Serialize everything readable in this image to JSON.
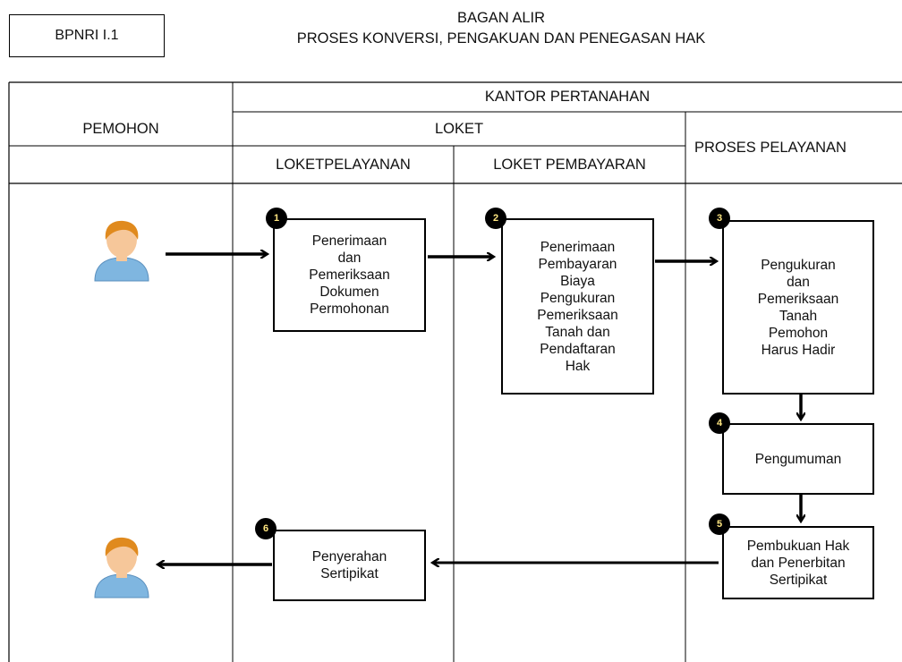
{
  "doc_code": "BPNRI I.1",
  "title_line1": "BAGAN ALIR",
  "title_line2": "PROSES KONVERSI, PENGAKUAN DAN PENEGASAN HAK",
  "headers": {
    "office": "KANTOR PERTANAHAN",
    "applicant": "PEMOHON",
    "counter": "LOKET",
    "service_process": "PROSES PELAYANAN",
    "service_counter": "LOKETPELAYANAN",
    "payment_counter": "LOKET PEMBAYARAN"
  },
  "steps": [
    {
      "num": "1",
      "text": "Penerimaan\ndan\nPemeriksaan\nDokumen\nPermohonan"
    },
    {
      "num": "2",
      "text": "Penerimaan\nPembayaran\nBiaya\nPengukuran\nPemeriksaan\nTanah dan\nPendaftaran\nHak"
    },
    {
      "num": "3",
      "text": "Pengukuran\ndan\nPemeriksaan\nTanah\nPemohon\nHarus Hadir"
    },
    {
      "num": "4",
      "text": "Pengumuman"
    },
    {
      "num": "5",
      "text": "Pembukuan Hak\ndan Penerbitan\nSertipikat"
    },
    {
      "num": "6",
      "text": "Penyerahan\nSertipikat"
    }
  ],
  "icons": [
    "person-icon-applicant-in",
    "person-icon-applicant-out"
  ],
  "colors": {
    "line": "#000000",
    "number_text": "#ffe680",
    "skin": "#f6c79a",
    "hair": "#e08a1e",
    "shirt": "#7fb6e0"
  }
}
